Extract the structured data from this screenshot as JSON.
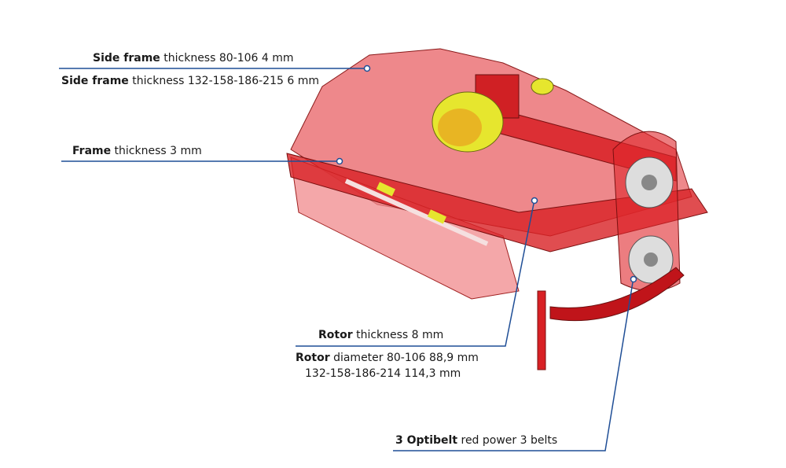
{
  "callouts": [
    {
      "bold": "Side frame",
      "text": " thickness 80-106 4 mm"
    },
    {
      "bold": "Side frame",
      "text": " thickness 132-158-186-215 6 mm"
    },
    {
      "bold": "Frame",
      "text": " thickness 3 mm"
    },
    {
      "bold": "Rotor",
      "text": " thickness 8 mm"
    },
    {
      "bold": "Rotor",
      "text": " diameter 80-106 88,9 mm",
      "line2": "132-158-186-214 114,3 mm"
    },
    {
      "bold": "3 Optibelt",
      "text": " red power 3 belts"
    }
  ],
  "colors": {
    "leader": "#1f4e96",
    "body": "#e0262b",
    "body_light": "#f08a8c",
    "gearbox": "#e6e62e"
  }
}
